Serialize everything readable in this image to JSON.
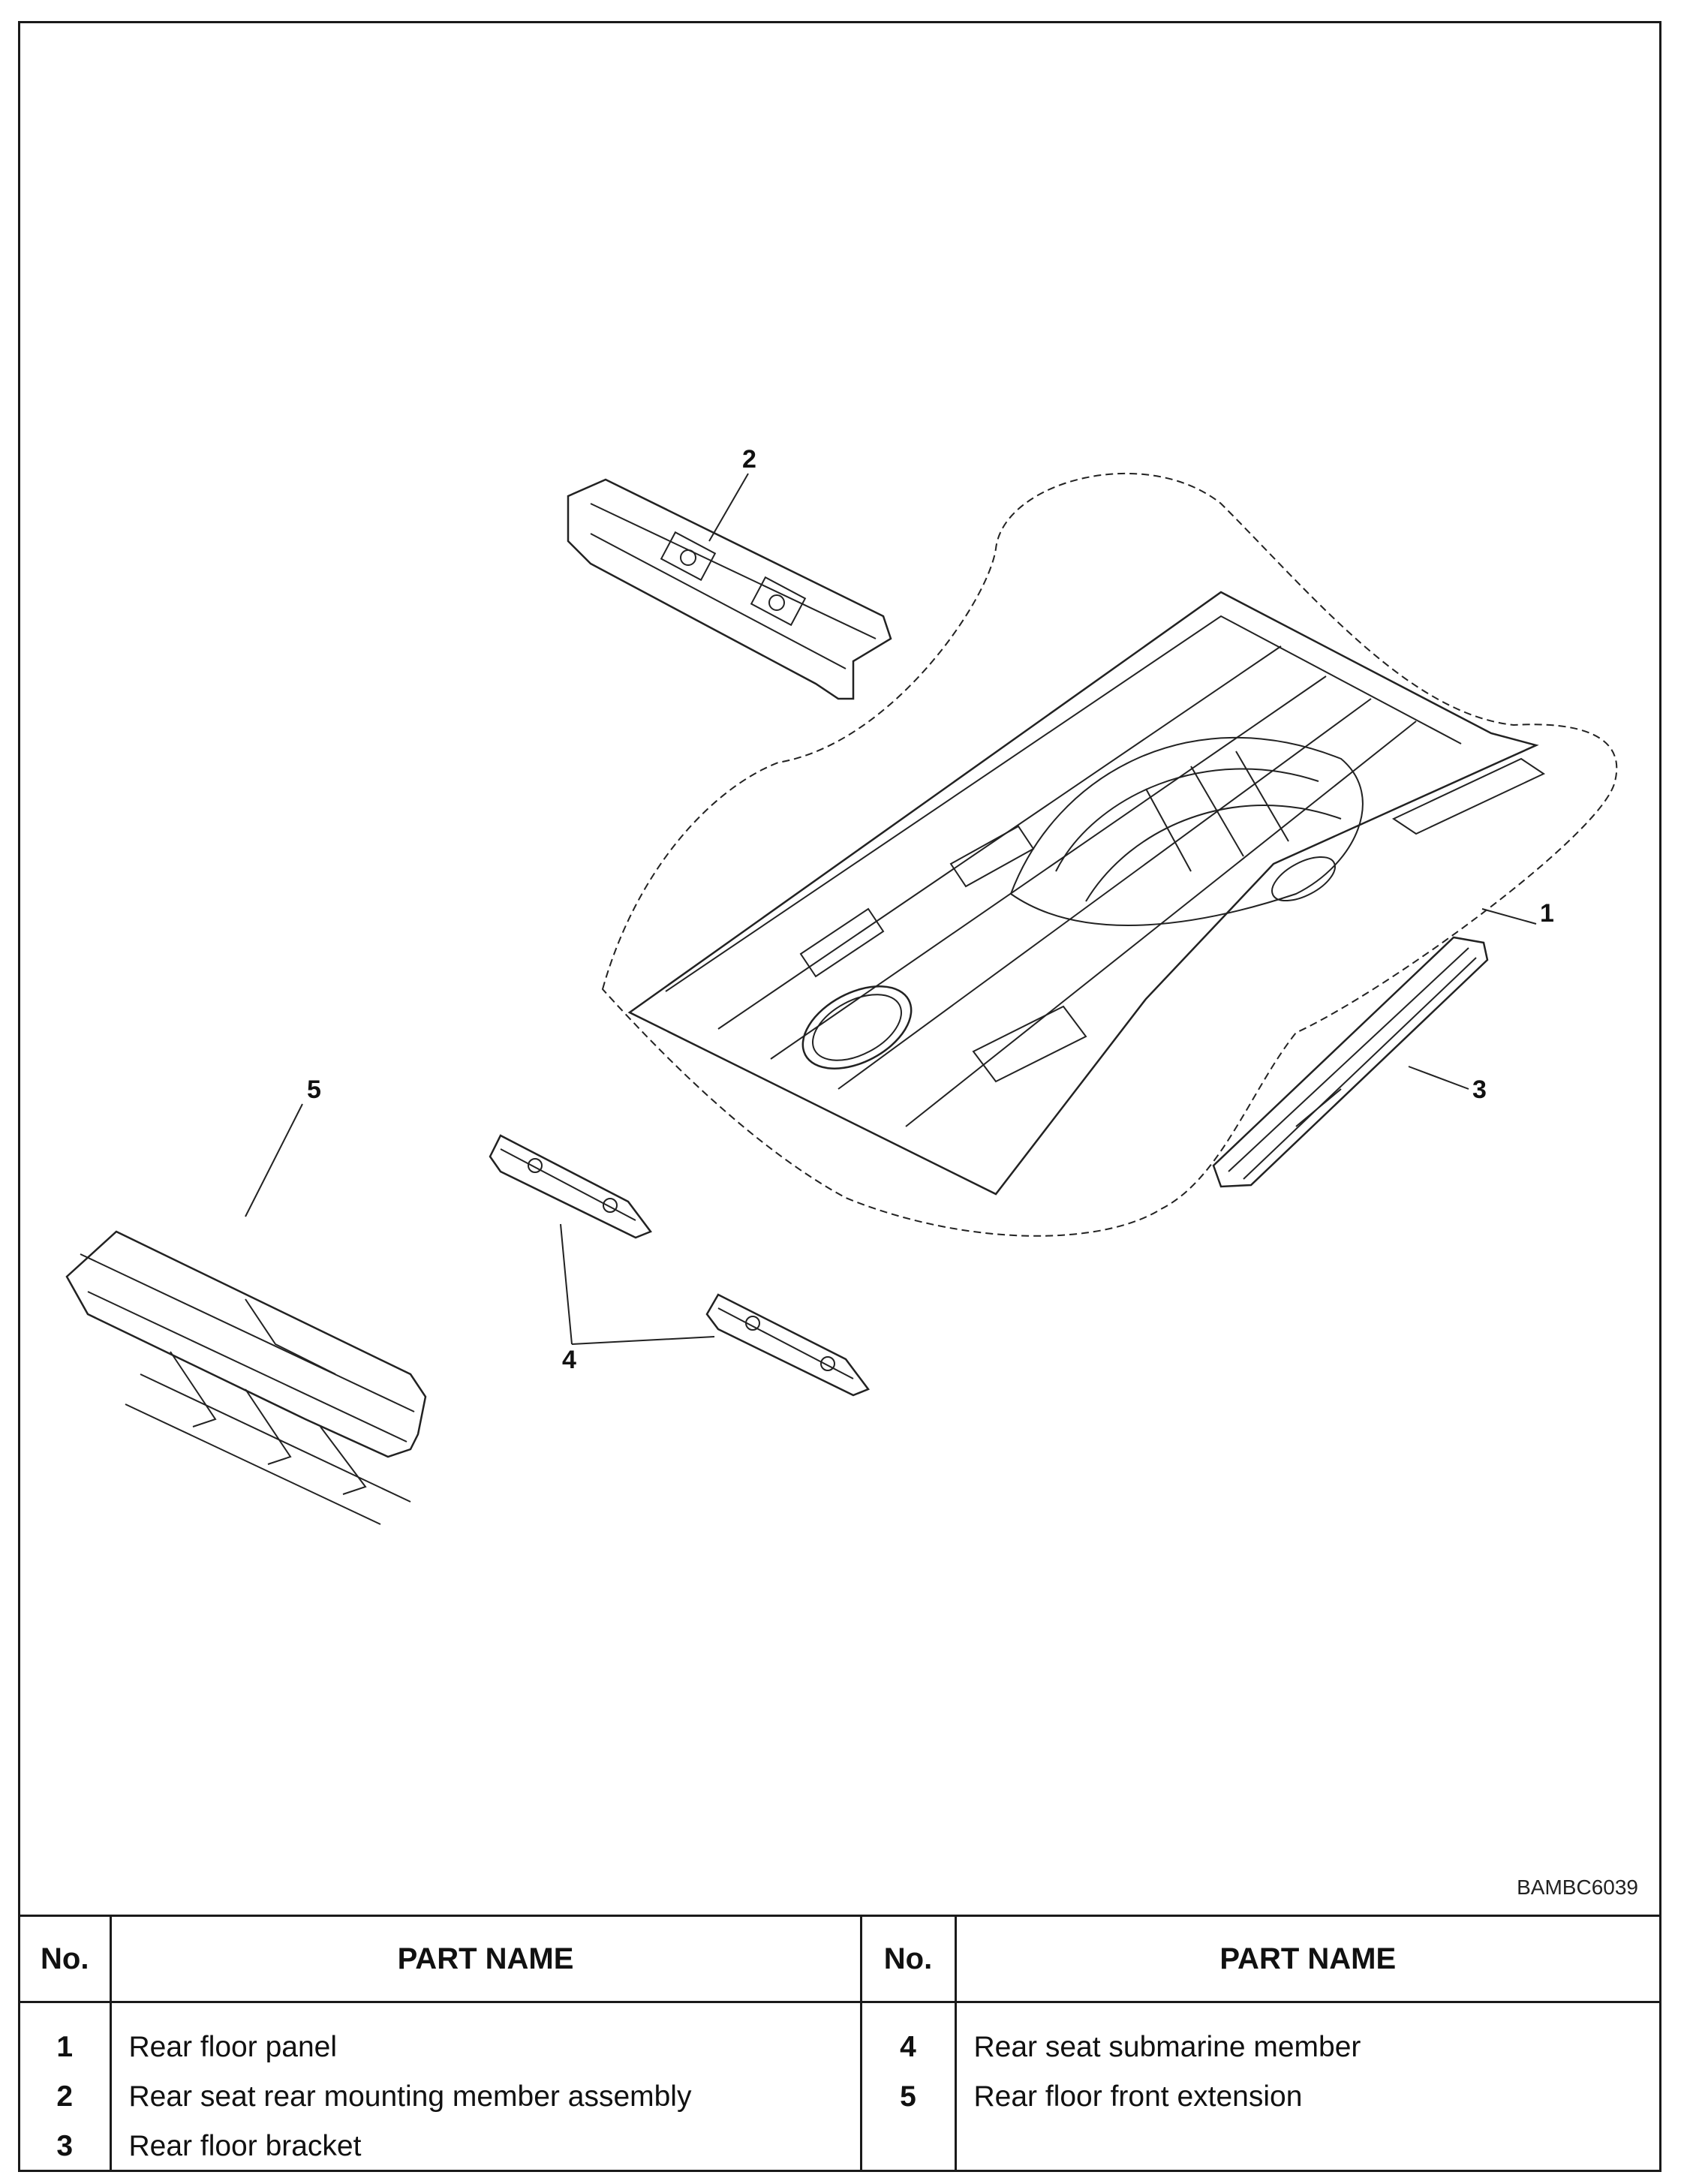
{
  "diagram": {
    "reference_code": "BAMBC6039",
    "callouts": [
      "1",
      "2",
      "3",
      "4",
      "5"
    ]
  },
  "table": {
    "headers": {
      "no": "No.",
      "part_name": "PART NAME"
    },
    "left": [
      {
        "no": "1",
        "name": "Rear floor panel"
      },
      {
        "no": "2",
        "name": "Rear seat rear mounting member assembly"
      },
      {
        "no": "3",
        "name": "Rear floor bracket"
      }
    ],
    "right": [
      {
        "no": "4",
        "name": "Rear seat submarine member"
      },
      {
        "no": "5",
        "name": "Rear floor front extension"
      }
    ]
  }
}
